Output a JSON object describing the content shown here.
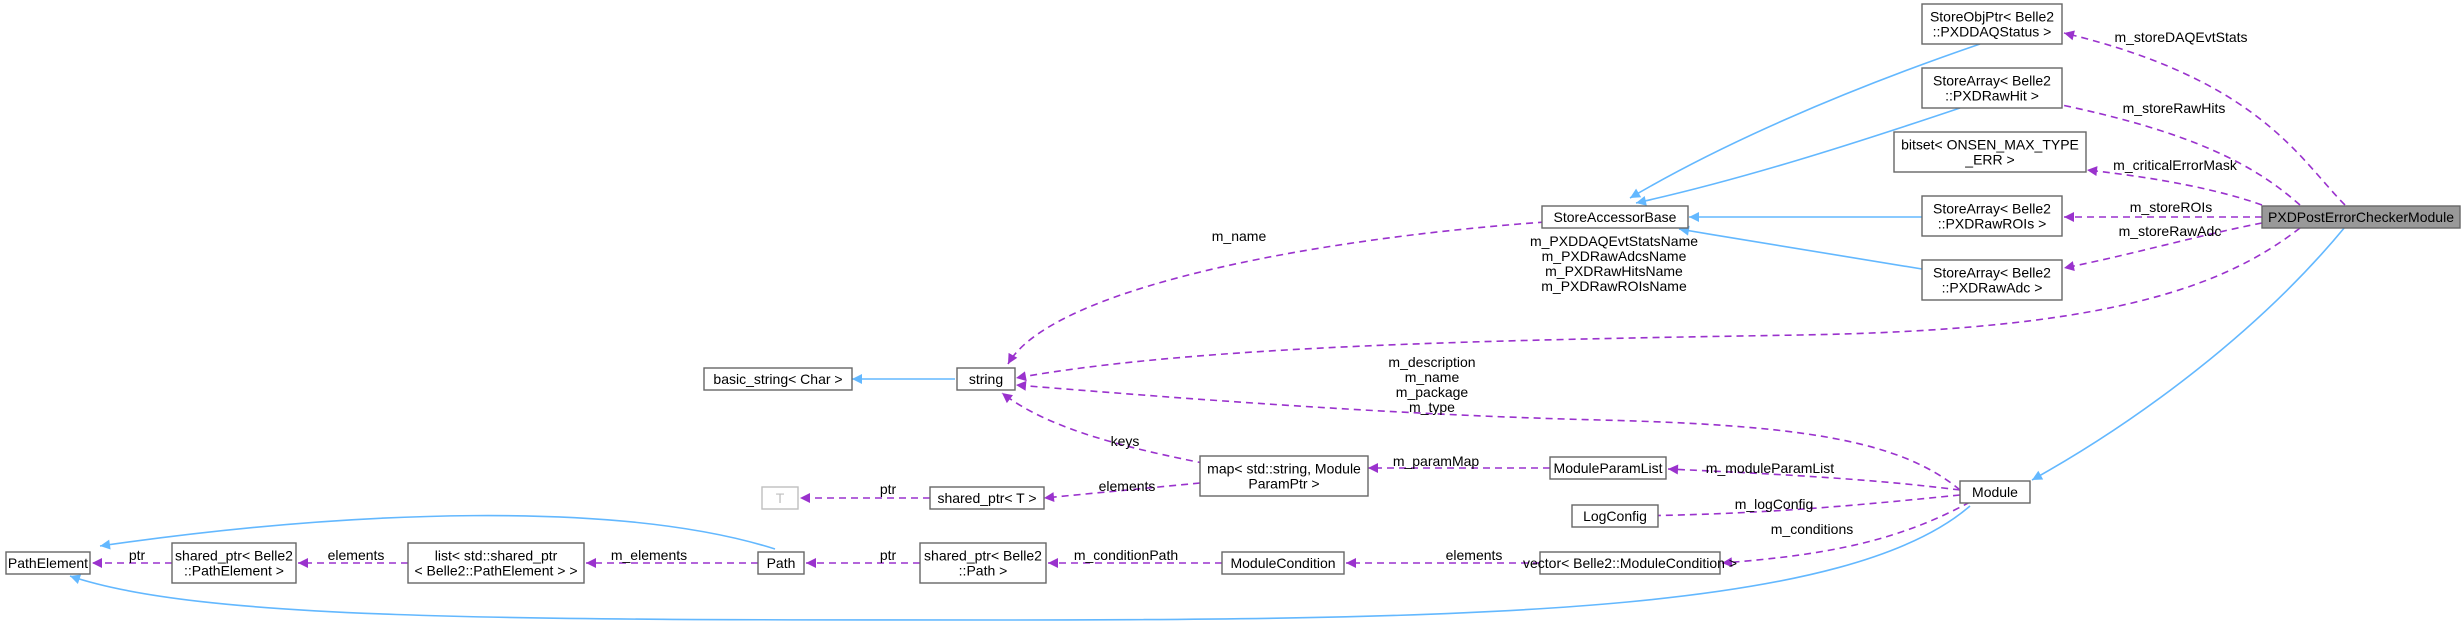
{
  "nodes": {
    "storeobjptr": [
      "StoreObjPtr< Belle2",
      "::PXDDAQStatus >"
    ],
    "storearray_rawhit": [
      "StoreArray< Belle2",
      "::PXDRawHit >"
    ],
    "bitset": [
      "bitset< ONSEN_MAX_TYPE",
      "_ERR >"
    ],
    "storearray_rawrois": [
      "StoreArray< Belle2",
      "::PXDRawROIs >"
    ],
    "storearray_rawadc": [
      "StoreArray< Belle2",
      "::PXDRawAdc >"
    ],
    "storeaccessorbase": [
      "StoreAccessorBase"
    ],
    "pxdpost": [
      "PXDPostErrorCheckerModule"
    ],
    "basic_string": [
      "basic_string< Char >"
    ],
    "string": [
      "string"
    ],
    "t": [
      "T"
    ],
    "shared_ptr_t": [
      "shared_ptr< T >"
    ],
    "map": [
      "map< std::string, Module",
      "ParamPtr >"
    ],
    "moduleparamlist": [
      "ModuleParamList"
    ],
    "logconfig": [
      "LogConfig"
    ],
    "module": [
      "Module"
    ],
    "pathelement": [
      "PathElement"
    ],
    "shared_ptr_pathelement": [
      "shared_ptr< Belle2",
      "::PathElement >"
    ],
    "list": [
      "list< std::shared_ptr",
      "< Belle2::PathElement > >"
    ],
    "path": [
      "Path"
    ],
    "shared_ptr_path": [
      "shared_ptr< Belle2",
      "::Path >"
    ],
    "modulecondition": [
      "ModuleCondition"
    ],
    "vector": [
      "vector< Belle2::ModuleCondition >"
    ]
  },
  "edge_labels": {
    "m_storeDAQEvtStats": [
      "m_storeDAQEvtStats"
    ],
    "m_storeRawHits": [
      "m_storeRawHits"
    ],
    "m_criticalErrorMask": [
      "m_criticalErrorMask"
    ],
    "m_storeROIs": [
      "m_storeROIs"
    ],
    "m_storeRawAdc": [
      "m_storeRawAdc"
    ],
    "m_name": [
      "m_name"
    ],
    "names": [
      "m_PXDDAQEvtStatsName",
      "m_PXDRawAdcsName",
      "m_PXDRawHitsName",
      "m_PXDRawROIsName"
    ],
    "module_strings": [
      "m_description",
      "m_name",
      "m_package",
      "m_type"
    ],
    "keys": [
      "keys"
    ],
    "ptr_t": [
      "ptr"
    ],
    "elements_map": [
      "elements"
    ],
    "m_paramMap": [
      "m_paramMap"
    ],
    "m_moduleParamList": [
      "m_moduleParamList"
    ],
    "m_logConfig": [
      "m_logConfig"
    ],
    "m_conditions": [
      "m_conditions"
    ],
    "elements_cond": [
      "elements"
    ],
    "m_conditionPath": [
      "m_conditionPath"
    ],
    "ptr_path": [
      "ptr"
    ],
    "m_elements": [
      "m_elements"
    ],
    "elements_list": [
      "elements"
    ],
    "ptr_pe": [
      "ptr"
    ]
  },
  "colors": {
    "inheritance": "#63b8ff",
    "usage": "#9a32cd",
    "node_border": "#666666",
    "focus_fill": "#999999",
    "ghost": "#bfbfbf"
  }
}
